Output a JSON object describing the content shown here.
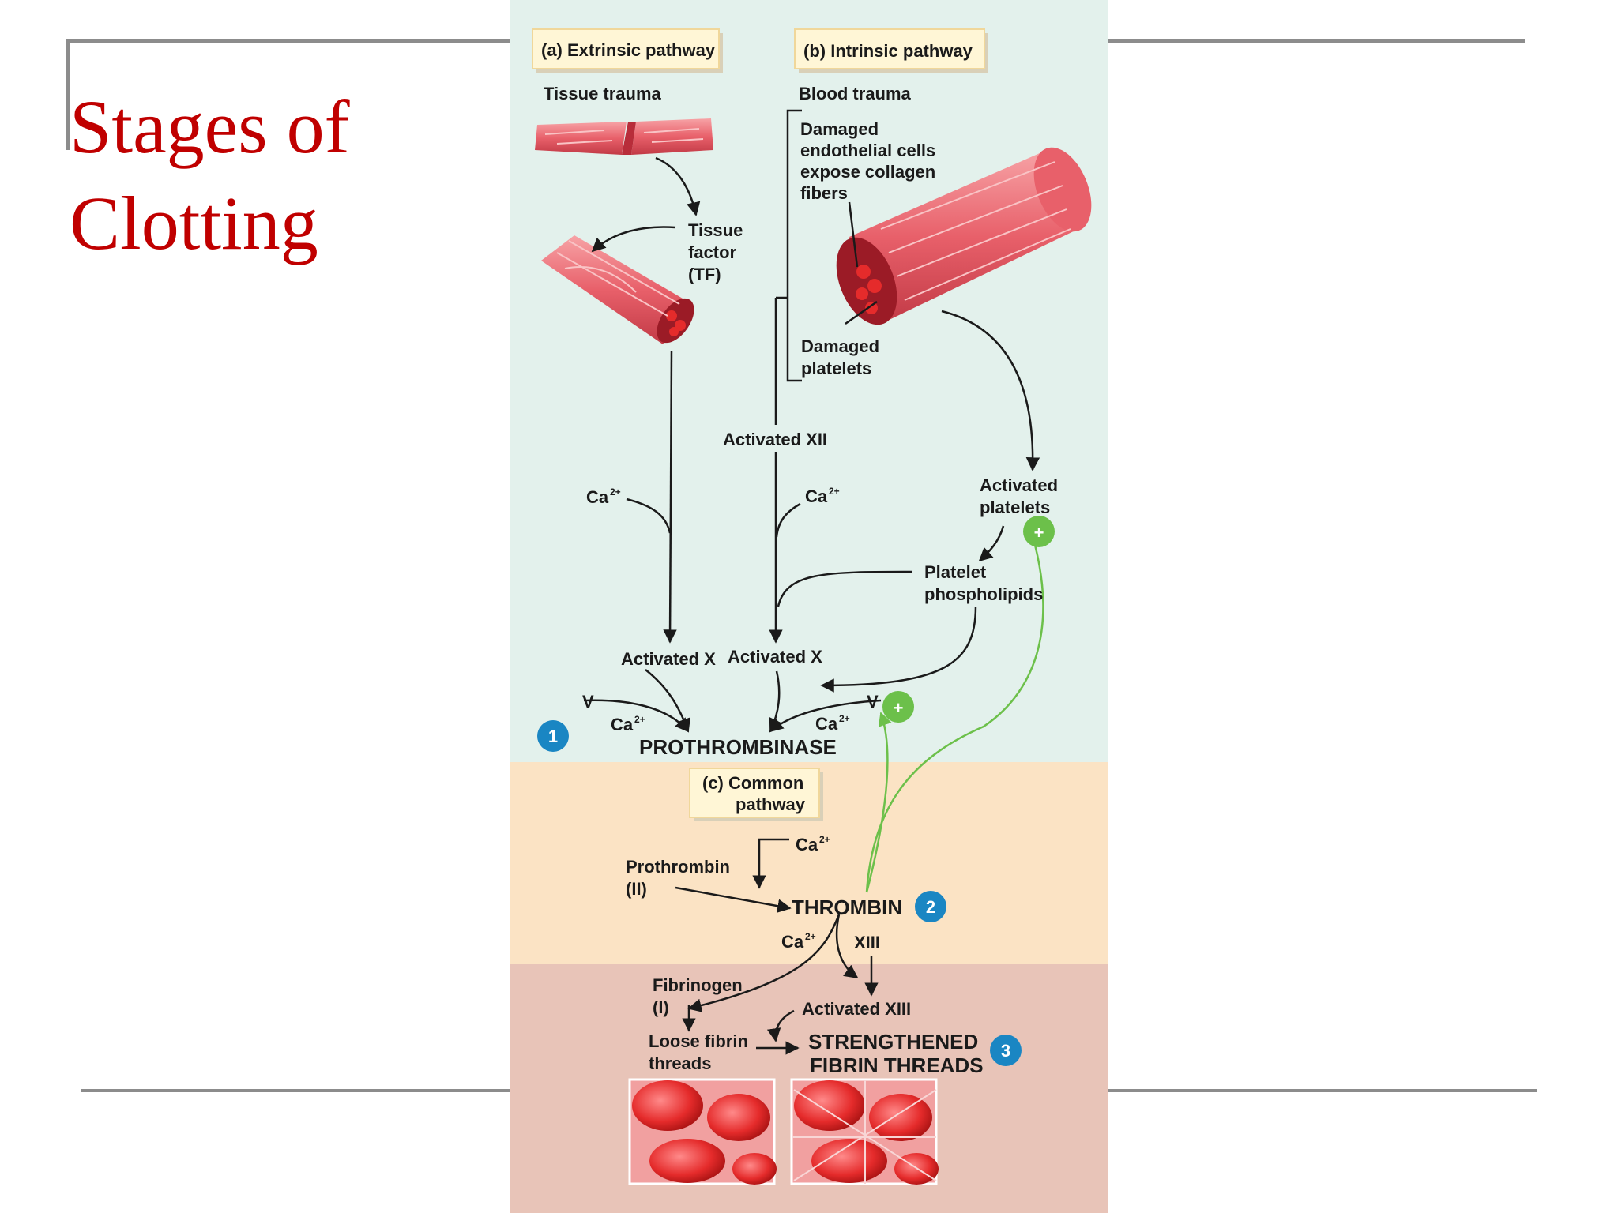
{
  "slide": {
    "title_line1": "Stages of",
    "title_line2": "Clotting"
  },
  "diagram": {
    "headers": {
      "extrinsic": "(a) Extrinsic pathway",
      "intrinsic": "(b) Intrinsic pathway",
      "common_line1": "(c) Common",
      "common_line2": "pathway"
    },
    "labels": {
      "tissue_trauma": "Tissue trauma",
      "blood_trauma": "Blood trauma",
      "tissue_factor": [
        "Tissue",
        "factor",
        "(TF)"
      ],
      "damaged_endothelial": [
        "Damaged",
        "endothelial cells",
        "expose collagen",
        "fibers"
      ],
      "damaged_platelets": [
        "Damaged",
        "platelets"
      ],
      "activated_xii": "Activated XII",
      "ca": "Ca",
      "ca_sup": "2+",
      "activated_platelets": [
        "Activated",
        "platelets"
      ],
      "platelet_phospholipids": [
        "Platelet",
        "phospholipids"
      ],
      "activated_x_left": "Activated X",
      "activated_x_right": "Activated X",
      "factor_v": "V",
      "prothrombinase": "PROTHROMBINASE",
      "prothrombin": [
        "Prothrombin",
        "(II)"
      ],
      "thrombin": "THROMBIN",
      "xiii": "XIII",
      "fibrinogen": [
        "Fibrinogen",
        "(I)"
      ],
      "activated_xiii": "Activated XIII",
      "loose_fibrin": [
        "Loose fibrin",
        "threads"
      ],
      "strengthened_fibrin": [
        "STRENGTHENED",
        "FIBRIN THREADS"
      ],
      "plus": "+"
    },
    "steps": [
      "1",
      "2",
      "3"
    ],
    "colors": {
      "band_top": "#e3f1ec",
      "band_middle": "#fbe3c4",
      "band_bottom": "#e8c4b8",
      "step_badge": "#1a86c3",
      "positive_feedback": "#6cc04a",
      "vessel": "#e8606a",
      "title": "#c00000"
    }
  }
}
